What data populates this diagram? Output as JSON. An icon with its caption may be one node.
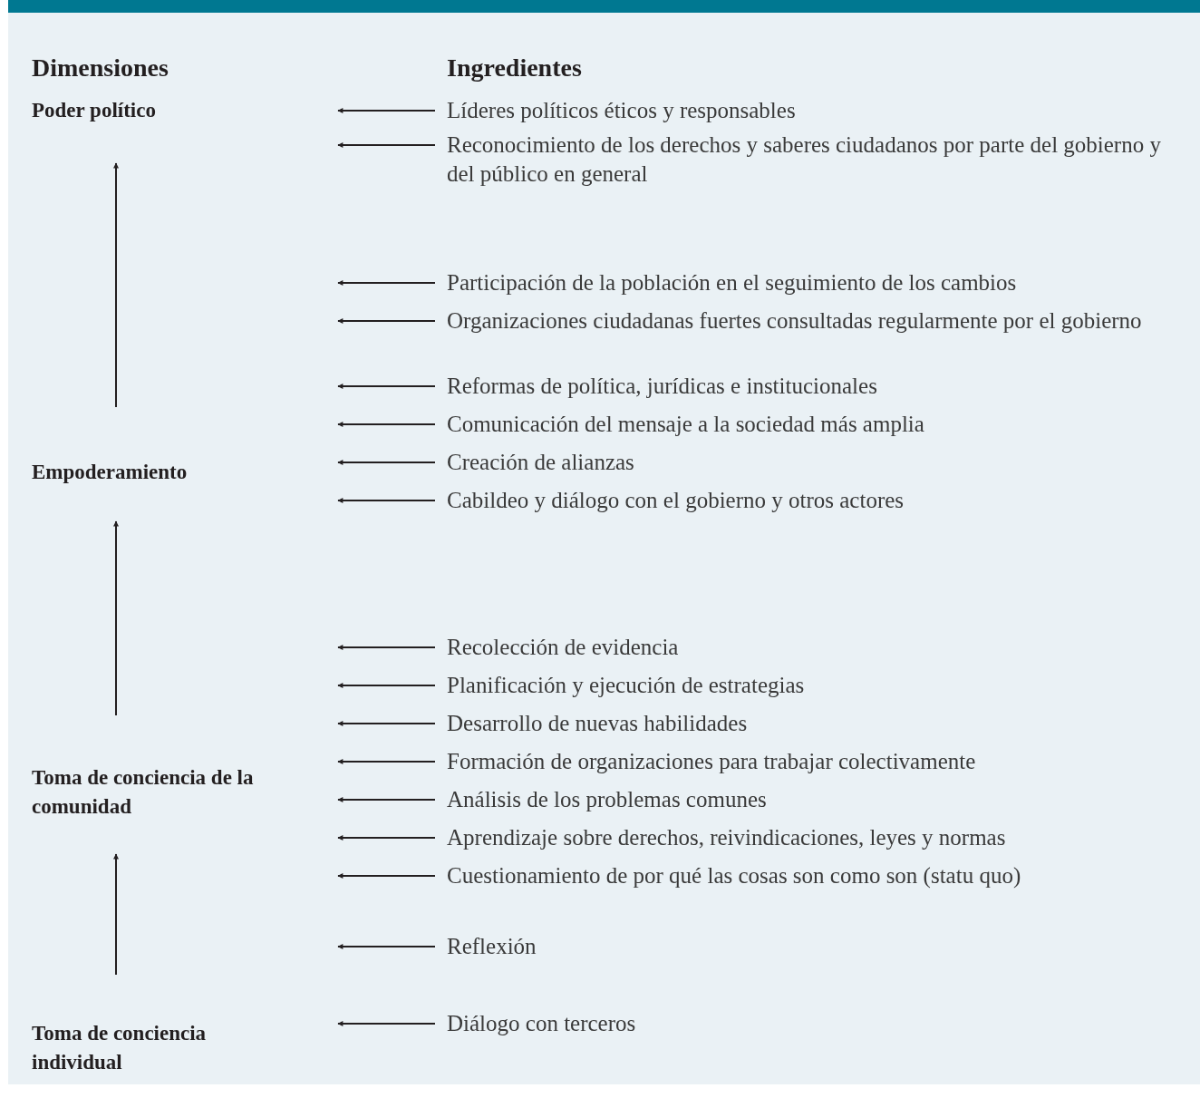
{
  "diagram": {
    "nodes": [
      {
        "text": [
          "Poder político"
        ]
      },
      {
        "text": [
          "Empoderamiento"
        ]
      },
      {
        "text": [
          "Toma de conciencia de la comunidad"
        ]
      },
      {
        "text": [
          "Toma de conciencia individual"
        ]
      },
      {
        "text": [
          "Líderes políticos éticos y responsables"
        ]
      },
      {
        "text": [
          "Reconocimiento de los derechos y saberes ciudadanos por parte del gobierno y del público en general"
        ]
      },
      {
        "text": [
          "Participación de la población en el seguimiento de los cambios"
        ]
      },
      {
        "text": [
          "Organizaciones ciudadanas fuertes consultadas regularmente por el gobierno"
        ]
      },
      {
        "text": [
          "Reformas de política, jurídicas e institucionales"
        ]
      },
      {
        "text": [
          "Comunicación del mensaje a la sociedad más amplia"
        ]
      },
      {
        "text": [
          "Creación de alianzas"
        ]
      },
      {
        "text": [
          "Cabildeo y diálogo con el gobierno y otros actores"
        ]
      },
      {
        "text": [
          "Recolección de evidencia"
        ]
      },
      {
        "text": [
          "Planificación y ejecución de estrategias"
        ]
      },
      {
        "text": [
          "Desarrollo de nuevas habilidades"
        ]
      },
      {
        "text": [
          "Formación de organizaciones para trabajar colectivamente"
        ]
      },
      {
        "text": [
          "Análisis de los problemas comunes"
        ]
      },
      {
        "text": [
          "Aprendizaje sobre derechos, reivindicaciones, leyes y normas"
        ]
      },
      {
        "text": [
          "Cuestionamiento de por qué las cosas son como son (statu quo)"
        ]
      },
      {
        "text": [
          "Reflexión"
        ]
      },
      {
        "text": [
          "Diálogo con terceros"
        ]
      }
    ],
    "edges": [
      {
        "from": 1,
        "to": 0,
        "arrow": "to"
      },
      {
        "from": 2,
        "to": 1,
        "arrow": "to"
      },
      {
        "from": 3,
        "to": 2,
        "arrow": "to"
      },
      {
        "from": 4,
        "to": null,
        "arrow": "to"
      },
      {
        "from": 5,
        "to": null,
        "arrow": "to"
      },
      {
        "from": 6,
        "to": null,
        "arrow": "to"
      },
      {
        "from": 7,
        "to": null,
        "arrow": "to"
      },
      {
        "from": 8,
        "to": null,
        "arrow": "to"
      },
      {
        "from": 9,
        "to": null,
        "arrow": "to"
      },
      {
        "from": 10,
        "to": null,
        "arrow": "to"
      },
      {
        "from": 11,
        "to": null,
        "arrow": "to"
      },
      {
        "from": 12,
        "to": null,
        "arrow": "to"
      },
      {
        "from": 13,
        "to": null,
        "arrow": "to"
      },
      {
        "from": 14,
        "to": null,
        "arrow": "to"
      },
      {
        "from": 15,
        "to": null,
        "arrow": "to"
      },
      {
        "from": 16,
        "to": null,
        "arrow": "to"
      },
      {
        "from": 17,
        "to": null,
        "arrow": "to"
      },
      {
        "from": 18,
        "to": null,
        "arrow": "to"
      },
      {
        "from": 19,
        "to": null,
        "arrow": "to"
      },
      {
        "from": 20,
        "to": null,
        "arrow": "to"
      }
    ],
    "labels": [
      "Dimensiones",
      "Ingredientes"
    ]
  }
}
